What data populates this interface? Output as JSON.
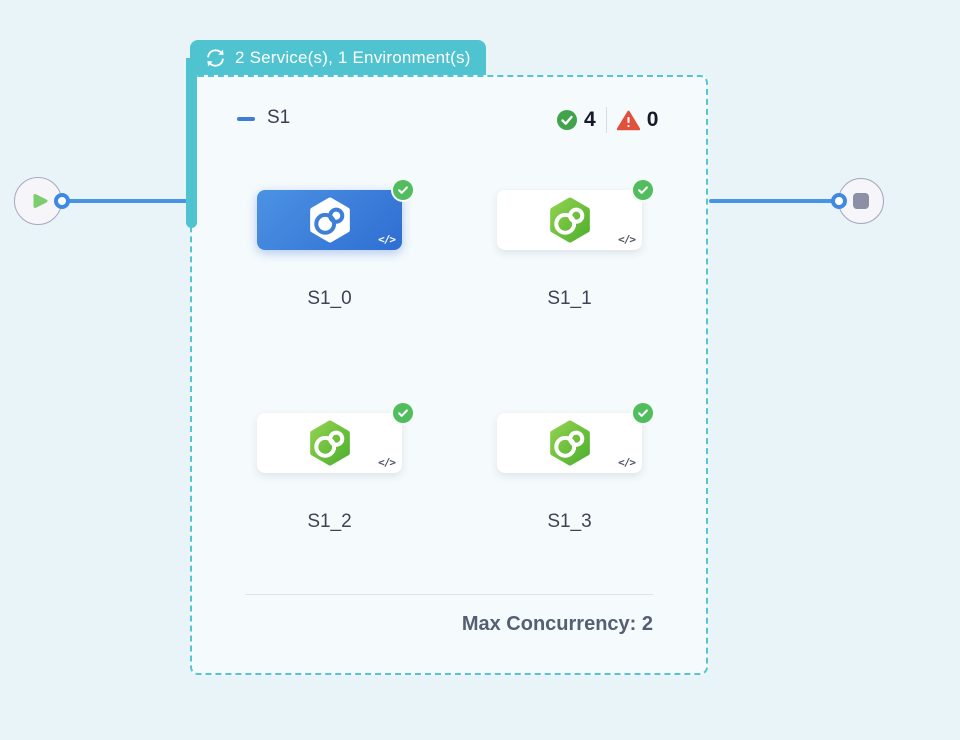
{
  "badge": {
    "icon": "cycle-icon",
    "label": "2 Service(s), 1 Environment(s)"
  },
  "group": {
    "title": "S1",
    "status": {
      "success_icon": "check-circle-icon",
      "success_count": "4",
      "error_icon": "warning-triangle-icon",
      "error_count": "0"
    },
    "instances": [
      {
        "label": "S1_0",
        "selected": true,
        "status": "success",
        "code_glyph": "</>"
      },
      {
        "label": "S1_1",
        "selected": false,
        "status": "success",
        "code_glyph": "</>"
      },
      {
        "label": "S1_2",
        "selected": false,
        "status": "success",
        "code_glyph": "</>"
      },
      {
        "label": "S1_3",
        "selected": false,
        "status": "success",
        "code_glyph": "</>"
      }
    ],
    "footer": {
      "max_concurrency": "Max Concurrency: 2"
    }
  },
  "flow": {
    "start_node": "play-icon",
    "end_node": "stop-icon"
  },
  "colors": {
    "canvas_background": "#e9f4f8",
    "teal": "#4fc3d0",
    "dashed_border": "#55c5d2",
    "connector_blue": "#4793e6",
    "accent_blue": "#3d7edb",
    "selected_card_blue_start": "#4b92e3",
    "selected_card_blue_end": "#2f6ed2",
    "success_green": "#52bd5f",
    "hexagon_green_start": "#90d14e",
    "hexagon_green_end": "#4fb02f",
    "error_red": "#e0503b",
    "play_green": "#7ccd6e",
    "stop_gray": "#8d8fa7"
  }
}
